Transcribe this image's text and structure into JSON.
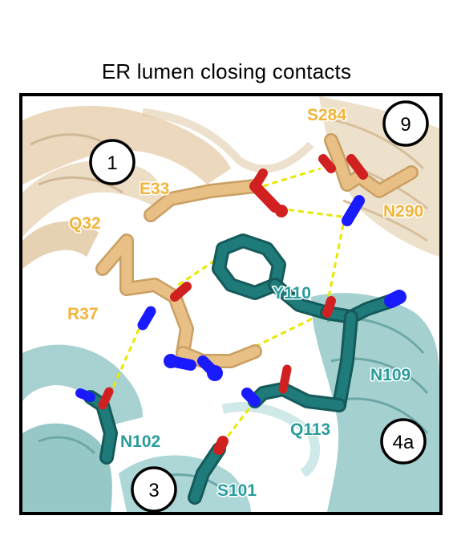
{
  "title": "ER lumen closing contacts",
  "colors": {
    "tan_chain": "#e6bd85",
    "tan_label": "#f2b43c",
    "teal_chain": "#1f6e6e",
    "teal_label": "#2a9c9c",
    "nitrogen": "#1a1aff",
    "oxygen": "#e02020",
    "hbond": "#e8e800"
  },
  "helix_labels": {
    "h1": "1",
    "h9": "9",
    "h3": "3",
    "h4a": "4a"
  },
  "residues": {
    "S284": "S284",
    "E33": "E33",
    "N290": "N290",
    "Q32": "Q32",
    "R37": "R37",
    "Y110": "Y110",
    "N109": "N109",
    "Q113": "Q113",
    "N102": "N102",
    "S101": "S101"
  }
}
